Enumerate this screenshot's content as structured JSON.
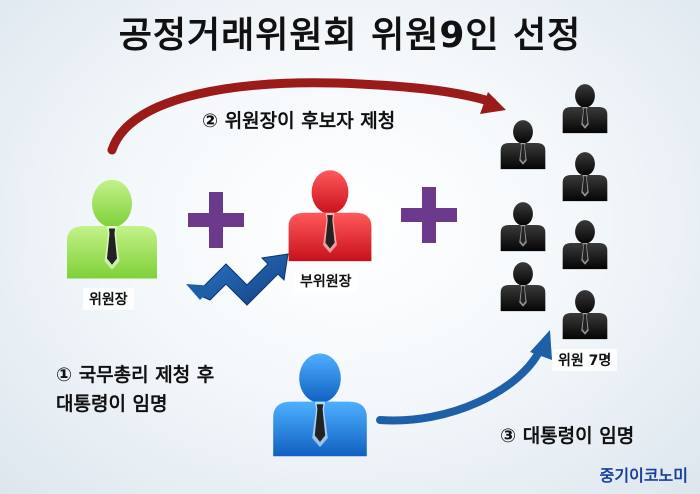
{
  "title": "공정거래위원회 위원9인 선정",
  "steps": {
    "step2": "② 위원장이 후보자 제청",
    "step1_line1": "① 국무총리 제청 후",
    "step1_line2": "대통령이 임명",
    "step3": "③ 대통령이 임명"
  },
  "roles": {
    "chair": "위원장",
    "vice_chair": "부위원장",
    "members": "위원 7명"
  },
  "watermark": "중기이코노미",
  "colors": {
    "chair": "#9fe45a",
    "vice_chair": "#e0202a",
    "president": "#1c7bd6",
    "members": "#111111",
    "plus": "#6b3a8c",
    "arrow_red": "#9b1a1a",
    "arrow_blue": "#1f5fa8"
  }
}
